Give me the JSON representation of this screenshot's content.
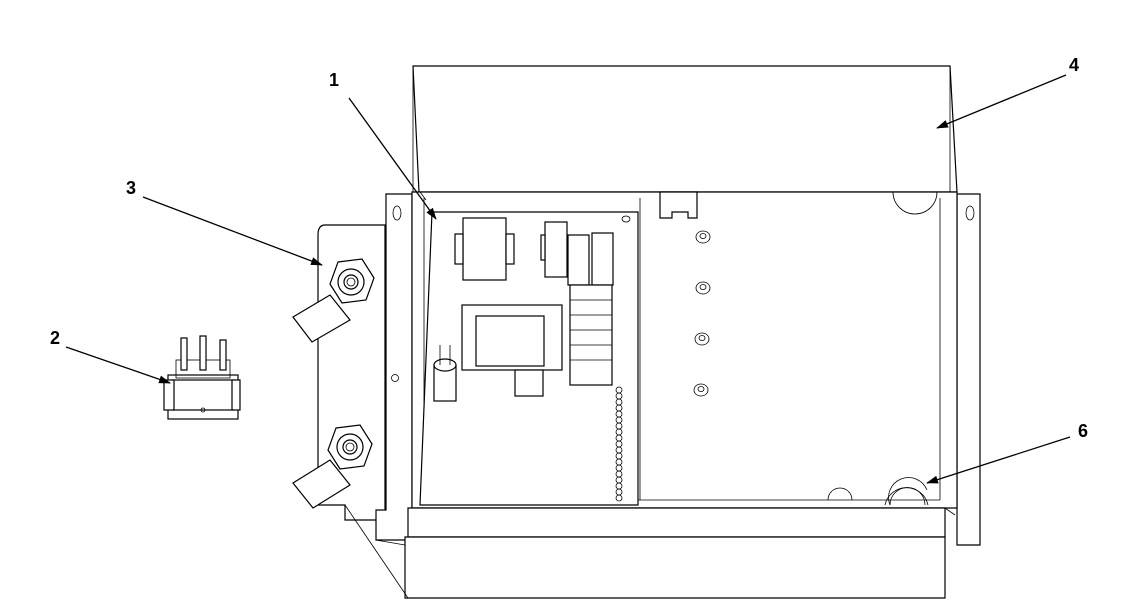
{
  "callouts": [
    {
      "id": "1",
      "label": "1"
    },
    {
      "id": "2",
      "label": "2"
    },
    {
      "id": "3",
      "label": "3"
    },
    {
      "id": "4",
      "label": "4"
    },
    {
      "id": "6",
      "label": "6"
    }
  ],
  "colors": {
    "line": "#000000",
    "background": "#ffffff"
  }
}
